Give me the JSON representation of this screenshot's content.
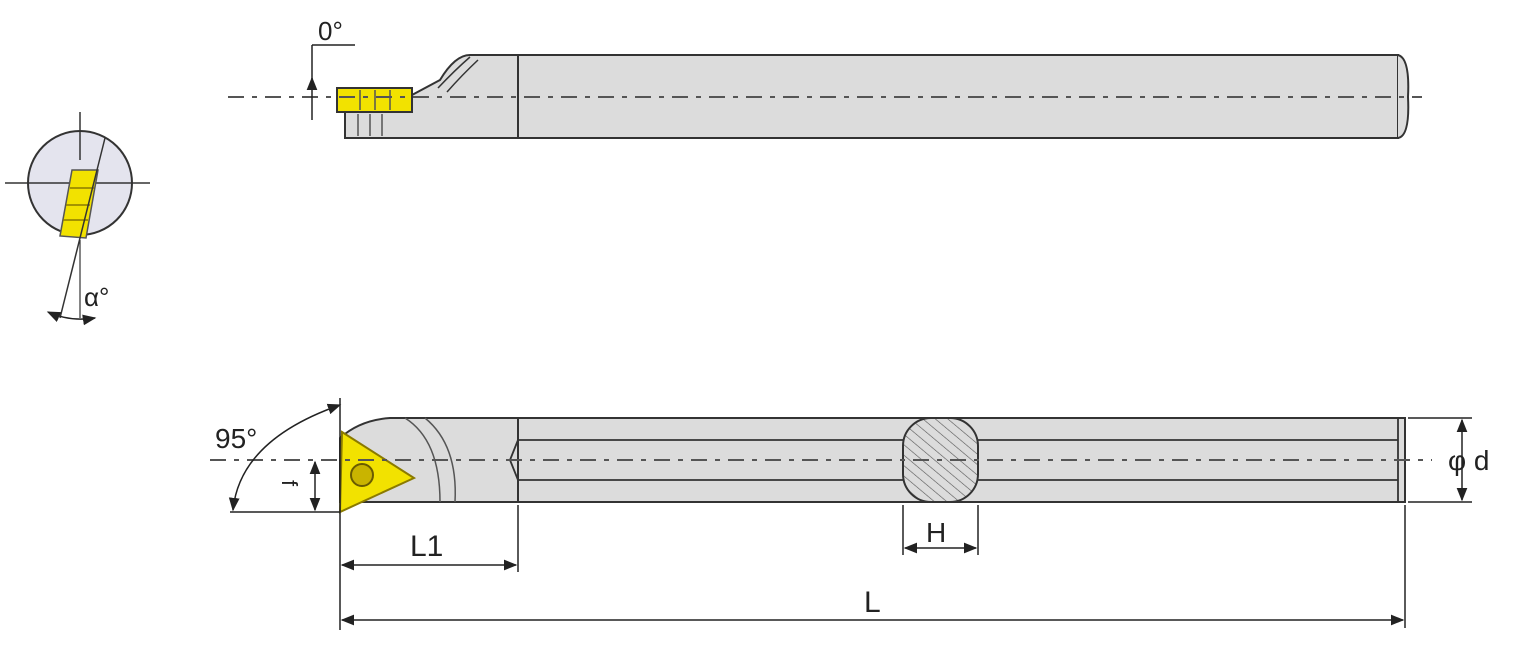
{
  "labels": {
    "rake_angle": "0°",
    "inclination_angle": "α°",
    "approach_angle": "95°",
    "offset_f": "f",
    "head_length": "L1",
    "overall_length": "L",
    "flat_height": "H",
    "shank_diameter": "φ d"
  },
  "colors": {
    "insert": "#f2e200",
    "insert_dark": "#b8a000",
    "body": "#dcdcdc",
    "outline": "#333333"
  }
}
